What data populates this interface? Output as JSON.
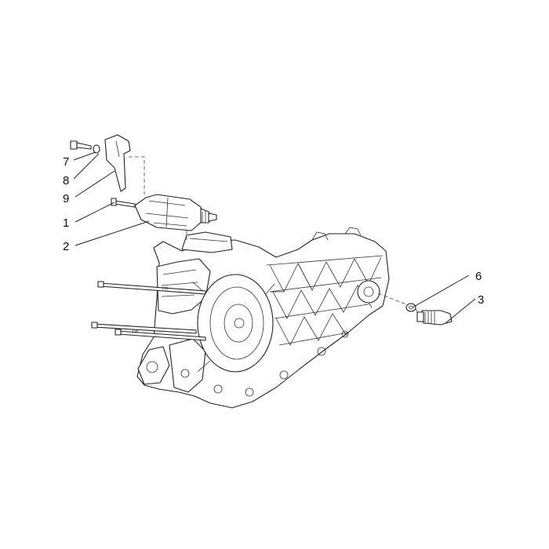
{
  "callouts": {
    "c7": "7",
    "c8": "8",
    "c9": "9",
    "c1": "1",
    "c2": "2",
    "c6": "6",
    "c3": "3"
  }
}
